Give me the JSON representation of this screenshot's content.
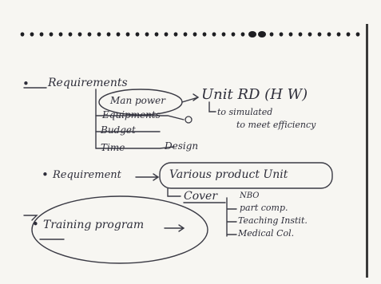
{
  "note": {
    "section1": {
      "bullet": "•",
      "heading": "Requirements",
      "items": [
        "Man power",
        "Equipments",
        "Budget",
        "Time"
      ],
      "design": "Design",
      "unit": "Unit RD (H W)",
      "unit_sub1": "to simulated",
      "unit_sub2": "to meet efficiency"
    },
    "section2": {
      "bullet": "•",
      "heading": "Requirement",
      "box": "Various product Unit",
      "cover": "Cover",
      "cover_items": [
        "NBO",
        "part comp.",
        "Teaching Instit.",
        "Medical Col."
      ]
    },
    "section3": {
      "bullet": "•",
      "label": "Training program"
    }
  }
}
